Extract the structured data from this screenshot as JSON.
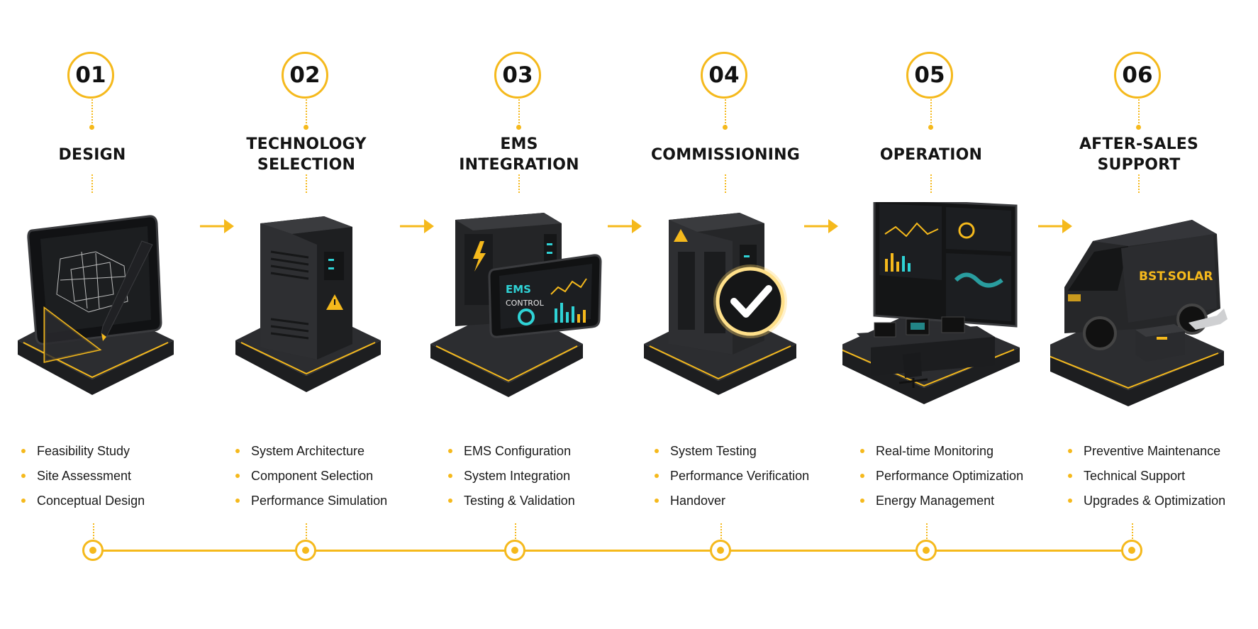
{
  "steps": [
    {
      "number": "01",
      "title": "DESIGN",
      "items": [
        "Feasibility Study",
        "Site Assessment",
        "Conceptual Design"
      ],
      "icon": "tablet-blueprint-icon"
    },
    {
      "number": "02",
      "title": "TECHNOLOGY\nSELECTION",
      "items": [
        "System Architecture",
        "Component Selection",
        "Performance Simulation"
      ],
      "icon": "battery-cabinet-icon"
    },
    {
      "number": "03",
      "title": "EMS\nINTEGRATION",
      "items": [
        "EMS Configuration",
        "System Integration",
        "Testing & Validation"
      ],
      "icon": "ems-control-panel-icon",
      "screen_label_1": "EMS",
      "screen_label_2": "CONTROL"
    },
    {
      "number": "04",
      "title": "COMMISSIONING",
      "items": [
        "System Testing",
        "Performance Verification",
        "Handover"
      ],
      "icon": "cabinet-checkmark-icon"
    },
    {
      "number": "05",
      "title": "OPERATION",
      "items": [
        "Real-time Monitoring",
        "Performance Optimization",
        "Energy Management"
      ],
      "icon": "control-room-monitor-icon"
    },
    {
      "number": "06",
      "title": "AFTER-SALES\nSUPPORT",
      "items": [
        "Preventive Maintenance",
        "Technical Support",
        "Upgrades & Optimization"
      ],
      "icon": "service-van-icon",
      "brand": "BST.SOLAR"
    }
  ],
  "colors": {
    "accent": "#f5b91c",
    "text": "#111111",
    "device": "#2a2b2d",
    "device_dark": "#1a1b1c",
    "screen_cyan": "#2fd3d6"
  }
}
